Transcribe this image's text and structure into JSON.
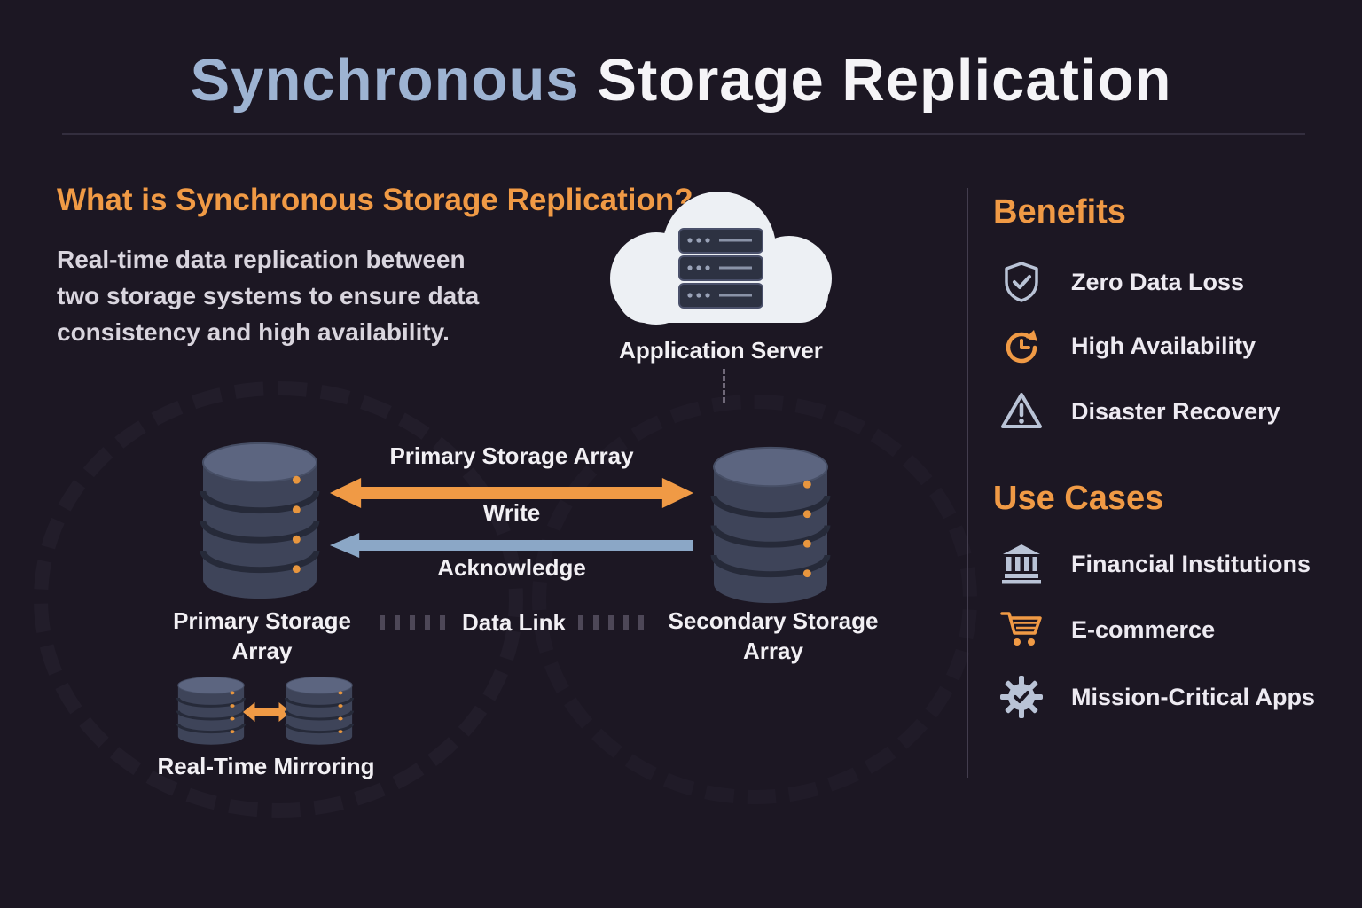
{
  "title": {
    "highlight": "Synchronous",
    "rest": " Storage Replication"
  },
  "intro": {
    "heading": "What is Synchronous Storage Replication?",
    "body": "Real-time data replication between two storage systems to ensure data consistency and high availability."
  },
  "diagram": {
    "app_server_label": "Application Server",
    "top_arrow_label": "Primary Storage Array",
    "write_label": "Write",
    "acknowledge_label": "Acknowledge",
    "primary_array_label": "Primary Storage Array",
    "data_link_label": "Data Link",
    "secondary_array_label": "Secondary Storage Array",
    "mirroring_label": "Real-Time Mirroring"
  },
  "benefits": {
    "heading": "Benefits",
    "items": [
      {
        "icon": "shield-check-icon",
        "label": "Zero Data Loss"
      },
      {
        "icon": "clock-availability-icon",
        "label": "High Availability"
      },
      {
        "icon": "warning-triangle-icon",
        "label": "Disaster Recovery"
      }
    ]
  },
  "use_cases": {
    "heading": "Use Cases",
    "items": [
      {
        "icon": "bank-icon",
        "label": "Financial Institutions"
      },
      {
        "icon": "shopping-cart-icon",
        "label": "E-commerce"
      },
      {
        "icon": "gear-check-icon",
        "label": "Mission-Critical Apps"
      }
    ]
  },
  "colors": {
    "background": "#1c1723",
    "accent_orange": "#f09a45",
    "accent_blue": "#8ba7c6",
    "title_highlight": "#9db3d2",
    "text_light": "#d9d5de"
  }
}
